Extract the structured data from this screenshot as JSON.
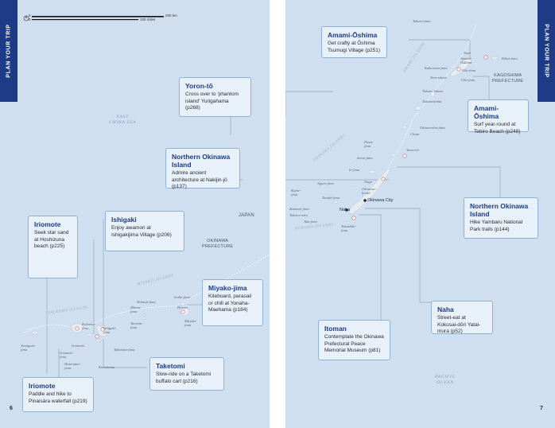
{
  "tabs": {
    "left": "PLAN YOUR TRIP",
    "right": "PLAN YOUR TRIP"
  },
  "scale": {
    "km": "200 km",
    "miles": "100 miles",
    "zero_km": "0",
    "zero_mi": "0"
  },
  "page_numbers": {
    "left": "6",
    "right": "7"
  },
  "seas": {
    "east_china_sea": [
      "EAST",
      "CHINA SEA"
    ],
    "pacific_ocean": [
      "PACIFIC",
      "OCEAN"
    ]
  },
  "countries": {
    "japan": "JAPAN"
  },
  "prefectures": {
    "okinawa": [
      "OKINAWA",
      "PREFECTURE"
    ],
    "kagoshima": [
      "KAGOSHIMA",
      "PREFECTURE"
    ]
  },
  "island_groups": {
    "yaeyama": "YAEYAMA ISLANDS",
    "miyako": "MIYAKO ISLANDS",
    "okinawa": "OKINAWA ISLANDS",
    "kerama": "KERAMA ISLANDS",
    "amami": "AMAMI ISLANDS"
  },
  "highlights": {
    "iriomote_1": {
      "title": "Iriomote",
      "desc": "Seek star sand at Hoshizuna beach (p225)"
    },
    "ishigaki": {
      "title": "Ishigaki",
      "desc": "Enjoy awamori at Ishigakijima Village (p206)"
    },
    "miyako": {
      "title": "Miyako-jima",
      "desc": "Kiteboard, parasail or chill at Yonaha-Maehama (p184)"
    },
    "taketomi": {
      "title": "Taketomi",
      "desc": "Slow-ride on a Taketomi buffalo cart (p216)"
    },
    "iriomote_2": {
      "title": "Iriomote",
      "desc": "Paddle and hike to Pinaisāra waterfall (p219)"
    },
    "yoron": {
      "title": "Yoron-tō",
      "desc": "Cross over to 'phantom island' Yurigahama (p268)"
    },
    "northern_okinawa_1": {
      "title": "Northern Okinawa Island",
      "desc": "Admire ancient architecture at Nakijin-jō (p137)"
    },
    "amami_1": {
      "title": "Amami-Ōshima",
      "desc": "Get crafty at Ōshima Tsumugi Village (p251)"
    },
    "amami_2": {
      "title": "Amami-Ōshima",
      "desc": "Surf year-round at Tebiro Beach (p248)"
    },
    "northern_okinawa_2": {
      "title": "Northern Okinawa Island",
      "desc": "Hike Yambaru National Park trails (p144)"
    },
    "naha": {
      "title": "Naha",
      "desc": "Street-eat at Kokusai-dōri Yatai-mura (p52)"
    },
    "itoman": {
      "title": "Itoman",
      "desc": "Contemplate the Okinawa Prefectural Peace Memorial Museum (p81)"
    }
  },
  "islands": {
    "yonaguni": [
      "Yonaguni-",
      "jima"
    ],
    "iriomote": "Iriomote-",
    "iriomote_jima": [
      "Iriomote-",
      "jima"
    ],
    "kohama": [
      "Kohama-",
      "jima"
    ],
    "ishigaki_jima": [
      "Ishigaki-",
      "jima"
    ],
    "hateruma": [
      "Hateruma-",
      "jima"
    ],
    "kuroshima": "Kuroshima",
    "taketomi_jima": "Taketomi-jima",
    "shimoji": "Shimoji-jima",
    "minna": [
      "Minna-",
      "jima"
    ],
    "tarama": [
      "Tarama-",
      "jima"
    ],
    "irabu": "Irabu-jima",
    "hirara": "Hirara",
    "miyako_jima": [
      "Miyako-",
      "jima"
    ],
    "takarajima": "Takara-jima",
    "naze": "Naze",
    "amami_oshima": [
      "Amami-",
      "Ōshima"
    ],
    "kikai": "Kikai-jima",
    "kakeroma": "Kakeroma-jima",
    "yoro": "Yoro-shima",
    "uke": "Uke-jima",
    "tokunoshima": "Tokunoshima",
    "tokunoshima_island": "Tokuno-shima",
    "okinoerabu": "Okinoerabu-jima",
    "china": "China",
    "yoron_to": "Yoron-tō",
    "iheya": [
      "Iheya-",
      "jima"
    ],
    "izena": "Izena-jima",
    "ie": "Ie-jima",
    "aguni": "Aguni-jima",
    "nago": "Nago",
    "okinawa_honto": [
      "Okinawa-",
      "hontō"
    ],
    "kume": [
      "Kume-",
      "jima"
    ],
    "tonaki": "Tonaki-jima",
    "zamami": "Zamami-jima",
    "tokashiki": [
      "Tokashiki-",
      "jima"
    ],
    "aka": "Aka-jima",
    "okinawa_city": "Okinawa City",
    "naha": "Naha",
    "tokara": "Tokara-retto"
  }
}
